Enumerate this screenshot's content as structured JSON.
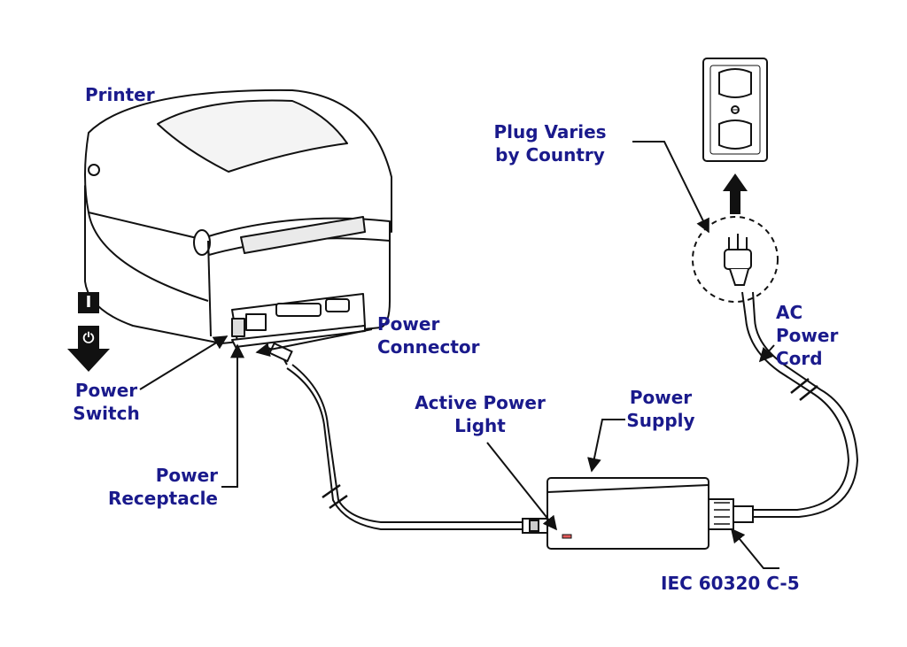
{
  "labels": {
    "printer": "Printer",
    "power_switch": [
      "Power",
      "Switch"
    ],
    "power_receptacle": [
      "Power",
      "Receptacle"
    ],
    "power_connector": [
      "Power",
      "Connector"
    ],
    "active_power_light": [
      "Active Power",
      "Light"
    ],
    "power_supply": [
      "Power",
      "Supply"
    ],
    "plug_varies": [
      "Plug Varies",
      "by Country"
    ],
    "ac_power_cord": [
      "AC",
      "Power",
      "Cord"
    ],
    "iec": "IEC 60320 C-5"
  },
  "switch": {
    "on_symbol": "I",
    "power_symbol": "⏻"
  },
  "colors": {
    "label_text": "#1a1a8c",
    "line_art": "#111111",
    "led": "#e35a5a"
  }
}
